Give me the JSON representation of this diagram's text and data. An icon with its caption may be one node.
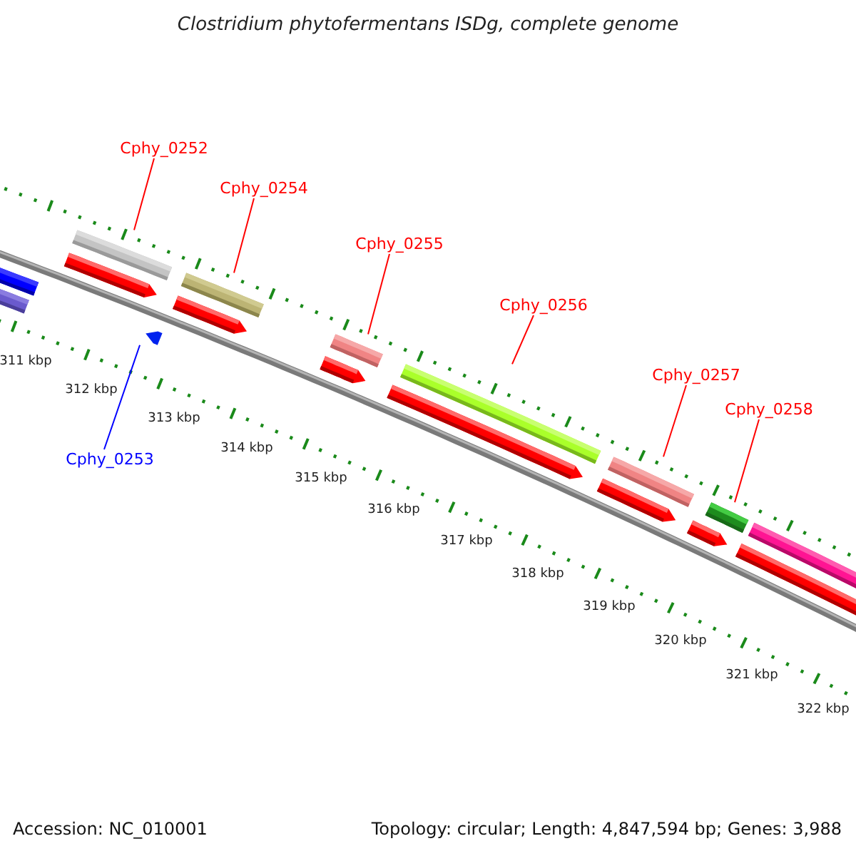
{
  "diagram": {
    "title": "Clostridium phytofermentans ISDg, complete genome",
    "nodes": [
      {
        "text": [
          "Cphy_0252"
        ]
      },
      {
        "text": [
          "Cphy_0254"
        ]
      },
      {
        "text": [
          "Cphy_0255"
        ]
      },
      {
        "text": [
          "Cphy_0256"
        ]
      },
      {
        "text": [
          "Cphy_0257"
        ]
      },
      {
        "text": [
          "Cphy_0258"
        ]
      },
      {
        "text": [
          "Cphy_0253"
        ]
      },
      {
        "text": [],
        "shape": "bar"
      },
      {
        "text": [],
        "shape": "bar"
      },
      {
        "text": [],
        "shape": "bar"
      },
      {
        "text": [],
        "shape": "bar"
      },
      {
        "text": [],
        "shape": "bar"
      },
      {
        "text": [],
        "shape": "bar"
      },
      {
        "text": [],
        "shape": "arrow"
      }
    ],
    "edges": [
      {
        "from": 0,
        "to": 7,
        "arrow": "none"
      },
      {
        "from": 1,
        "to": 8,
        "arrow": "none"
      },
      {
        "from": 2,
        "to": 9,
        "arrow": "none"
      },
      {
        "from": 3,
        "to": 10,
        "arrow": "none"
      },
      {
        "from": 4,
        "to": 11,
        "arrow": "none"
      },
      {
        "from": 5,
        "to": 12,
        "arrow": "none"
      },
      {
        "from": 6,
        "to": 13,
        "arrow": "none",
        "color": "#0000ff"
      }
    ],
    "labels": [
      "311 kbp",
      "312 kbp",
      "313 kbp",
      "314 kbp",
      "315 kbp",
      "316 kbp",
      "317 kbp",
      "318 kbp",
      "319 kbp",
      "320 kbp",
      "321 kbp",
      "322 kbp",
      "Accession: NC_010001",
      "Topology: circular; Length: 4,847,594 bp; Genes: 3,988"
    ]
  }
}
